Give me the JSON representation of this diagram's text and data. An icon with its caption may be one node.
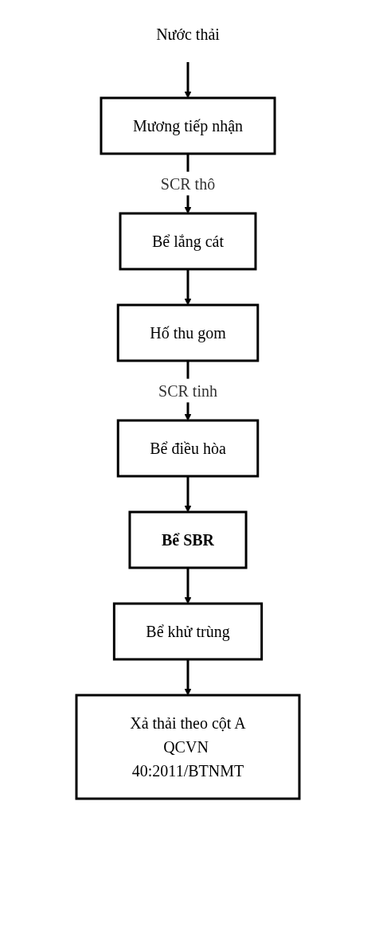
{
  "diagram": {
    "nodes": [
      {
        "text": [
          "Nước thải"
        ]
      },
      {
        "text": [
          "Mương tiếp nhận"
        ]
      },
      {
        "text": [
          "Bể lắng cát"
        ]
      },
      {
        "text": [
          "Hố thu gom"
        ]
      },
      {
        "text": [
          "Bể điều hòa"
        ]
      },
      {
        "text": [
          "Bể SBR"
        ]
      },
      {
        "text": [
          "Bể khử trùng"
        ]
      },
      {
        "text": [
          "Xả thải theo cột A",
          "QCVN 40:2011/BTNMT"
        ]
      }
    ],
    "edges": [
      {
        "from": 0,
        "to": 1,
        "arrow": "to"
      },
      {
        "from": 1,
        "to": 2,
        "arrow": "to",
        "label": "SCR thô"
      },
      {
        "from": 2,
        "to": 3,
        "arrow": "to"
      },
      {
        "from": 3,
        "to": 4,
        "arrow": "to",
        "label": "SCR tinh"
      },
      {
        "from": 4,
        "to": 5,
        "arrow": "to"
      },
      {
        "from": 5,
        "to": 6,
        "arrow": "to"
      },
      {
        "from": 6,
        "to": 7,
        "arrow": "to"
      }
    ]
  }
}
